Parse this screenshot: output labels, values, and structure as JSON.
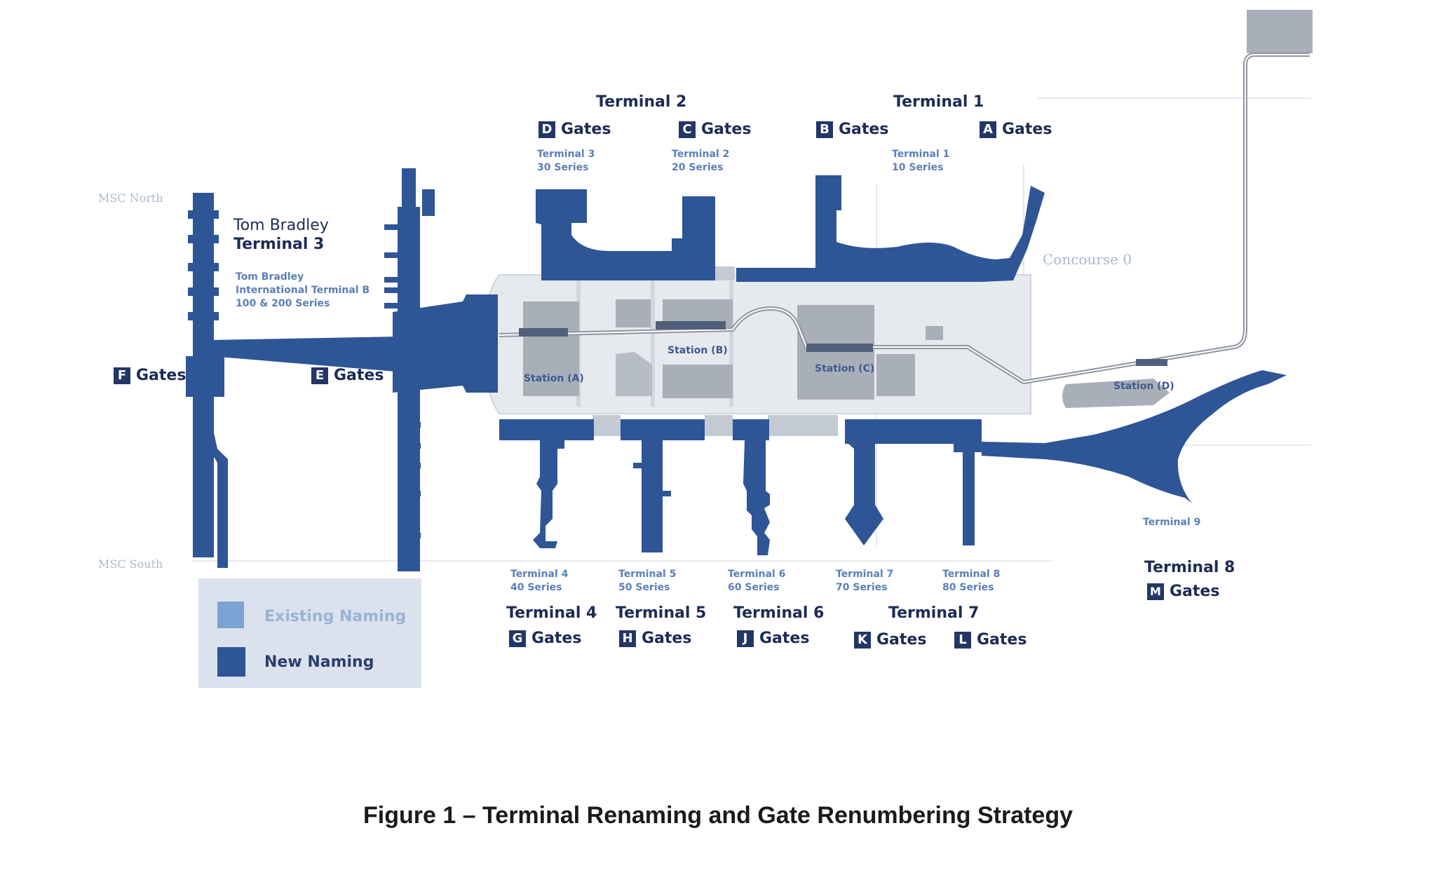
{
  "colors": {
    "new_naming": "#2e5596",
    "existing_naming": "#7ba3d4",
    "gate_badge": "#233766",
    "label_dark": "#1b2c55",
    "series_text": "#5a7fb8",
    "central_area": "#e6e9ee",
    "parking": "#a9afb8"
  },
  "header_terminals": {
    "t2": "Terminal 2",
    "t1": "Terminal 1"
  },
  "gates": {
    "d": {
      "letter": "D",
      "label": "Gates"
    },
    "c": {
      "letter": "C",
      "label": "Gates"
    },
    "b": {
      "letter": "B",
      "label": "Gates"
    },
    "a": {
      "letter": "A",
      "label": "Gates"
    },
    "f": {
      "letter": "F",
      "label": "Gates"
    },
    "e": {
      "letter": "E",
      "label": "Gates"
    },
    "g": {
      "letter": "G",
      "label": "Gates"
    },
    "h": {
      "letter": "H",
      "label": "Gates"
    },
    "j": {
      "letter": "J",
      "label": "Gates"
    },
    "k": {
      "letter": "K",
      "label": "Gates"
    },
    "l": {
      "letter": "L",
      "label": "Gates"
    },
    "m": {
      "letter": "M",
      "label": "Gates"
    }
  },
  "old_series": {
    "d": {
      "line1": "Terminal 3",
      "line2": "30 Series"
    },
    "c": {
      "line1": "Terminal 2",
      "line2": "20 Series"
    },
    "b": {
      "line1": "Terminal 1",
      "line2": "10 Series"
    },
    "tb": {
      "line1": "Tom Bradley",
      "line2": "International Terminal B",
      "line3": "100 & 200 Series"
    },
    "g": {
      "line1": "Terminal 4",
      "line2": "40 Series"
    },
    "h": {
      "line1": "Terminal 5",
      "line2": "50 Series"
    },
    "j": {
      "line1": "Terminal 6",
      "line2": "60 Series"
    },
    "k": {
      "line1": "Terminal 7",
      "line2": "70 Series"
    },
    "l": {
      "line1": "Terminal 8",
      "line2": "80 Series"
    },
    "m": "Terminal 9"
  },
  "tom_bradley": {
    "line1": "Tom Bradley",
    "line2": "Terminal 3"
  },
  "bottom_terminals": {
    "t4": "Terminal 4",
    "t5": "Terminal 5",
    "t6": "Terminal 6",
    "t7": "Terminal 7",
    "t8": "Terminal 8"
  },
  "stations": {
    "a": "Station (A)",
    "b": "Station (B)",
    "c": "Station (C)",
    "d": "Station (D)"
  },
  "faint_labels": {
    "north": "MSC North",
    "concourse": "Concourse 0",
    "south": "MSC South"
  },
  "legend": {
    "existing": "Existing Naming",
    "new": "New Naming"
  },
  "caption": "Figure 1 – Terminal Renaming and Gate Renumbering Strategy"
}
